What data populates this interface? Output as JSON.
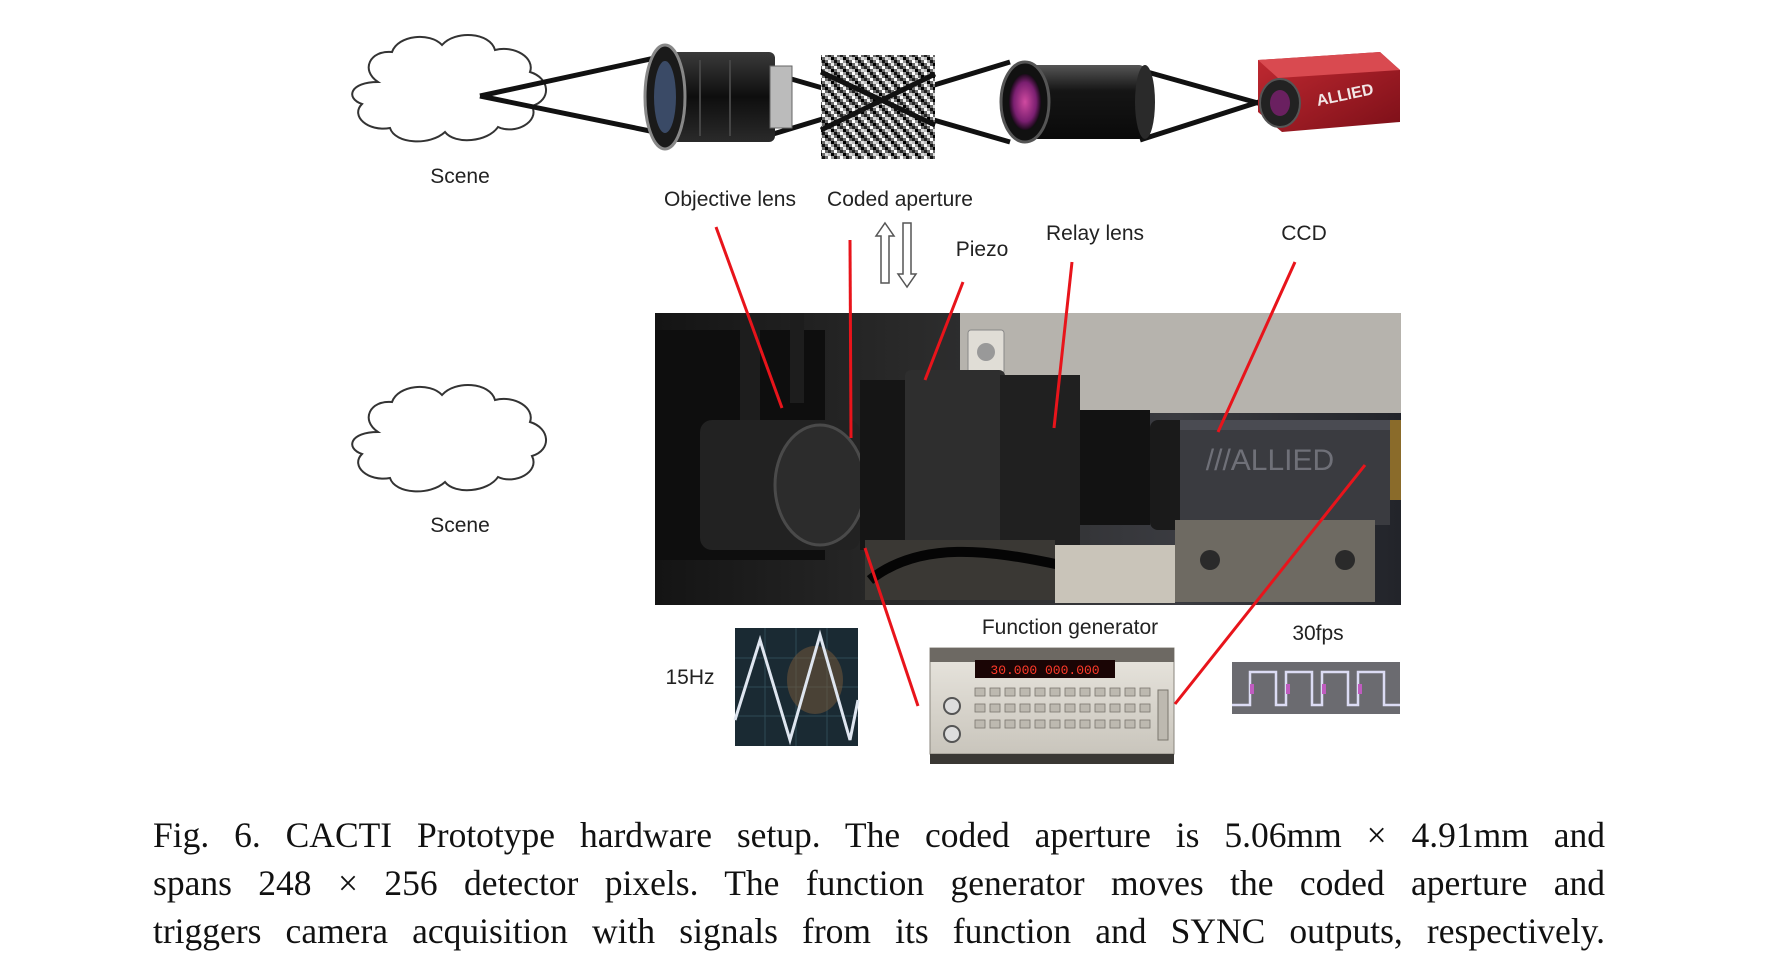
{
  "labels": {
    "scene_top": "Scene",
    "scene_bottom": "Scene",
    "objective_lens": "Objective lens",
    "coded_aperture": "Coded aperture",
    "piezo": "Piezo",
    "relay_lens": "Relay lens",
    "ccd": "CCD",
    "function_generator": "Function generator",
    "freq_15hz": "15Hz",
    "fps_30": "30fps"
  },
  "device_text": {
    "camera_brand": "ALLIED",
    "camera_brand_photo": "///ALLIED",
    "fg_display": "30.000 000.000"
  },
  "caption": {
    "line1": "Fig. 6. CACTI Prototype hardware setup. The coded aperture is 5.06mm × 4.91mm and",
    "line2": "spans 248 × 256 detector pixels. The function generator moves the coded aperture and",
    "line3": "triggers camera acquisition with signals from its function and SYNC outputs, respectively."
  },
  "colors": {
    "pointer_line": "#e8141b",
    "camera_body": "#a01822",
    "scope_background": "#1a2a33",
    "sine_wave": "#dfe6f0"
  }
}
